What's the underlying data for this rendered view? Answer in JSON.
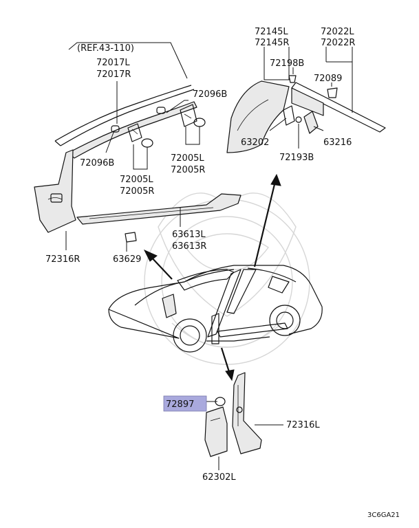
{
  "highlight_color": "#a9a9dd",
  "ref_label": "(REF.43-110)",
  "diagram_code": "3C6GA21",
  "callouts": {
    "p72017l": "72017L",
    "p72017r": "72017R",
    "p72096b_top": "72096B",
    "p72096b_left": "72096B",
    "p72005l_left": "72005L",
    "p72005r_left": "72005R",
    "p72005l_mid": "72005L",
    "p72005r_mid": "72005R",
    "p72316r": "72316R",
    "p63613l": "63613L",
    "p63613r": "63613R",
    "p63629": "63629",
    "p72145l": "72145L",
    "p72145r": "72145R",
    "p72022l": "72022L",
    "p72022r": "72022R",
    "p72198b": "72198B",
    "p72089": "72089",
    "p63202": "63202",
    "p63216": "63216",
    "p72193b": "72193B",
    "p72897": "72897",
    "p72316l": "72316L",
    "p62302l": "62302L"
  }
}
